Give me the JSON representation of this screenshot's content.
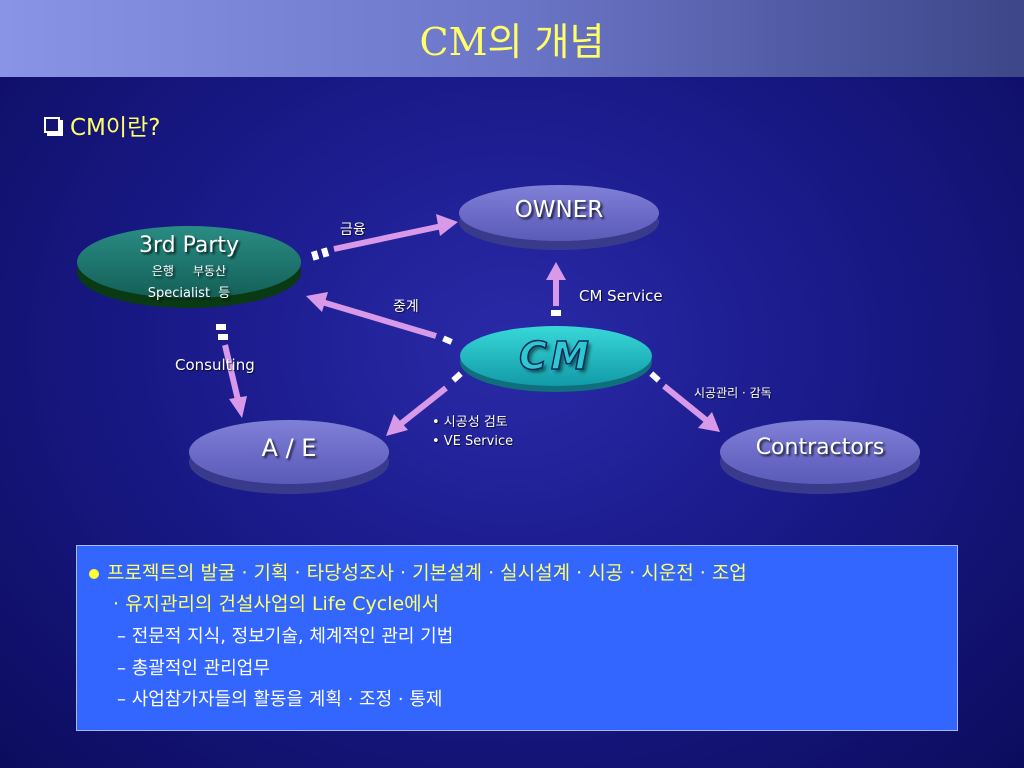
{
  "title": "CM의 개념",
  "section_heading": "CM이란?",
  "nodes": {
    "owner": "OWNER",
    "third_party": "3rd Party",
    "third_party_sub1": "은행     부동산",
    "third_party_sub2": "Specialist  등",
    "ae": "A / E",
    "contractors": "Contractors",
    "cm": "CM"
  },
  "edge_labels": {
    "finance": "금융",
    "brokerage": "중계",
    "cm_service": "CM Service",
    "consulting": "Consulting",
    "construction_supervision": "시공관리 · 감독"
  },
  "cm_to_ae_items": [
    "• 시공성 검토",
    "• VE Service"
  ],
  "summary": {
    "main_line1": "프로젝트의 발굴 · 기획 · 타당성조사 · 기본설계 · 실시설계 · 시공 · 시운전 · 조업",
    "main_line2": "· 유지관리의 건설사업의 Life Cycle에서",
    "sub_items": [
      "– 전문적 지식, 정보기술, 체계적인 관리 기법",
      "– 총괄적인 관리업무",
      "– 사업참가자들의 활동을 계획 · 조정 · 통제"
    ]
  },
  "colors": {
    "title_text": "#ffff66",
    "owner_node": "#6a6ac8",
    "third_party_node": "#1f7a72",
    "ae_node": "#6a6ac8",
    "contractors_node": "#6a6ac8",
    "cm_node": "#20b8c0",
    "arrow": "#d89ae8",
    "summary_box": "#3366ff",
    "summary_main_text": "#ffff66"
  }
}
